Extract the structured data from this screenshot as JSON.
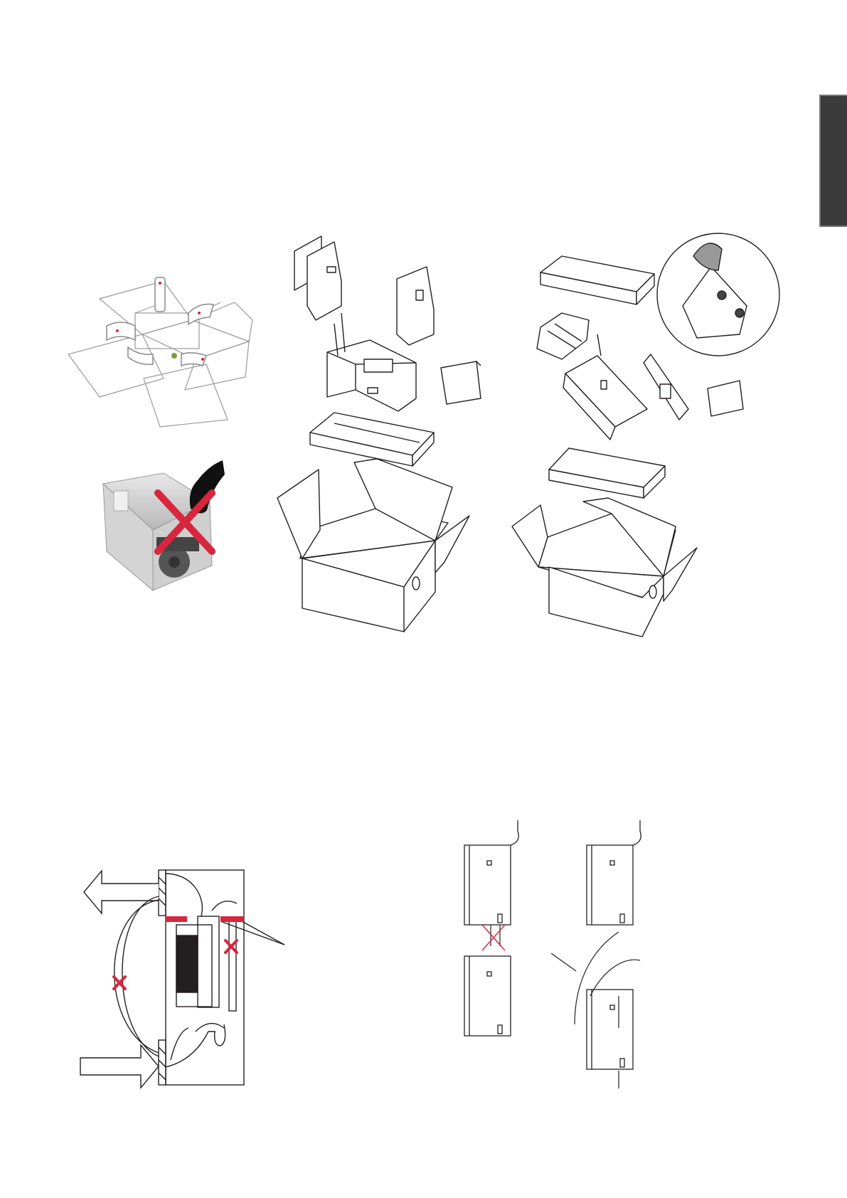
{
  "page": {
    "side_tab": {
      "label": ""
    },
    "colors": {
      "line": "#231f20",
      "warning": "#d7263d",
      "tab": "#3a3a3a",
      "photo_gray": "#c9c9c9"
    },
    "figures": [
      {
        "name": "box-opening-illustration"
      },
      {
        "name": "do-not-lift-by-cover-photo"
      },
      {
        "name": "unpacking-exploded-view-a"
      },
      {
        "name": "unpacking-exploded-view-b"
      },
      {
        "name": "cabinet-airflow-diagram"
      },
      {
        "name": "stacking-airflow-diagram"
      }
    ]
  }
}
